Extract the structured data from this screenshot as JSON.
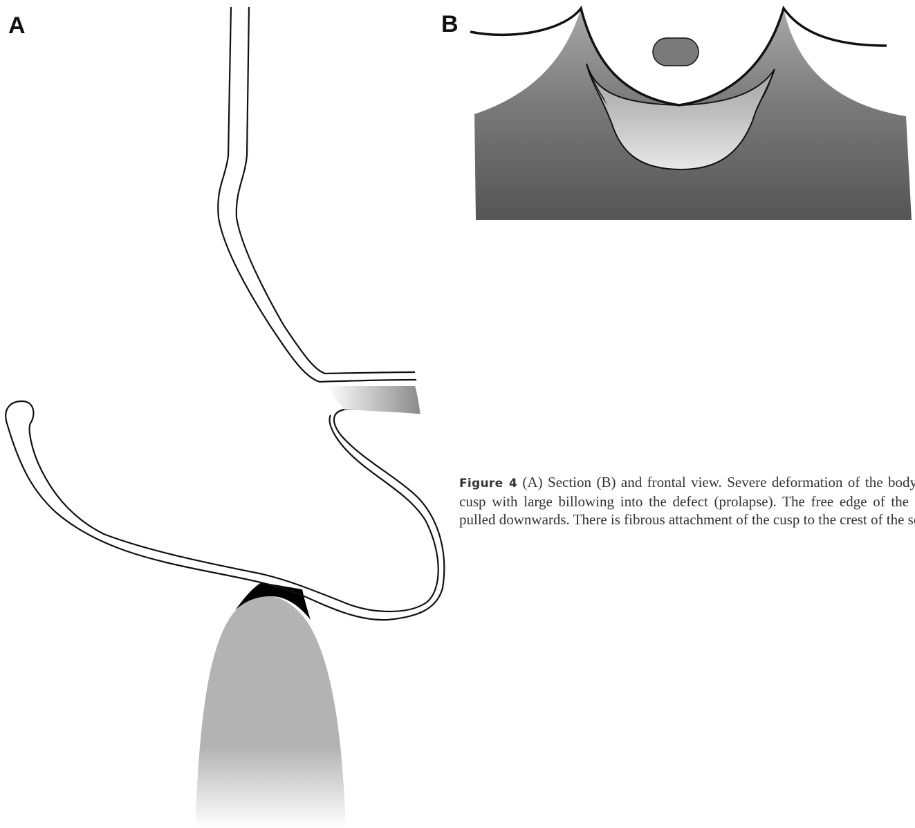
{
  "panels": {
    "a_label": "A",
    "b_label": "B"
  },
  "caption": {
    "figure_number": "Figure 4",
    "text": " (A) Section (B) and frontal view. Severe deformation of the body of the cusp with large billowing into the defect (prolapse). The free edge of the cusp is pulled downwards. There is fibrous attachment of the cusp to the crest of the septum."
  },
  "colors": {
    "outline": "#111111",
    "septum_gray": "#b3b3b3",
    "wall_dark": "#555555",
    "cusp_light": "#bfbfbf",
    "ostium_gray": "#7a7a7a",
    "fibrous_attachment": "#000000"
  }
}
